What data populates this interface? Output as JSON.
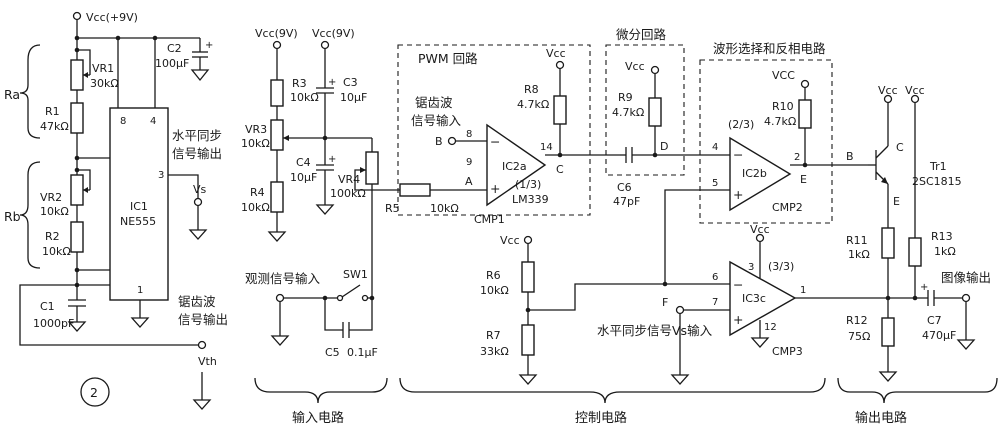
{
  "figure": {
    "number": "2",
    "sections": {
      "input": "输入电路",
      "control": "控制电路",
      "output": "输出电路"
    },
    "blocks": {
      "pwm": "PWM 回路",
      "diff": "微分回路",
      "wave": "波形选择和反相电路"
    }
  },
  "power": {
    "vcc9": "Vcc(+9V)",
    "vcc9b": "Vcc(9V)",
    "vcc9c": "Vcc(9V)",
    "vcc": "Vcc",
    "VCC": "VCC"
  },
  "components": {
    "vr1_name": "VR1",
    "vr1_val": "30kΩ",
    "r1_name": "R1",
    "r1_val": "47kΩ",
    "vr2_name": "VR2",
    "vr2_val": "10kΩ",
    "r2_name": "R2",
    "r2_val": "10kΩ",
    "c1_name": "C1",
    "c1_val": "1000pF",
    "c2_name": "C2",
    "c2_val": "100μF",
    "ic1_name": "IC1",
    "ic1_part": "NE555",
    "ra": "Ra",
    "rb": "Rb",
    "r3_name": "R3",
    "r3_val": "10kΩ",
    "c3_name": "C3",
    "c3_val": "10μF",
    "vr3_name": "VR3",
    "vr3_val": "10kΩ",
    "r4_name": "R4",
    "r4_val": "10kΩ",
    "c4_name": "C4",
    "c4_val": "10μF",
    "vr4_name": "VR4",
    "vr4_val": "100kΩ",
    "r5_name": "R5",
    "r5_val": "10kΩ",
    "sw1": "SW1",
    "c5_name": "C5",
    "c5_val": "0.1μF",
    "ic2a_name": "IC2a",
    "ic2a_unit": "(1/3)",
    "ic2a_part": "LM339",
    "cmp1": "CMP1",
    "r8_name": "R8",
    "r8_val": "4.7kΩ",
    "r9_name": "R9",
    "r9_val": "4.7kΩ",
    "c6_name": "C6",
    "c6_val": "47pF",
    "ic2b_name": "IC2b",
    "ic2b_unit": "(2/3)",
    "cmp2": "CMP2",
    "r10_name": "R10",
    "r10_val": "4.7kΩ",
    "r6_name": "R6",
    "r6_val": "10kΩ",
    "r7_name": "R7",
    "r7_val": "33kΩ",
    "ic3c_name": "IC3c",
    "ic3c_unit": "(3/3)",
    "cmp3": "CMP3",
    "tr1_name": "Tr1",
    "tr1_part": "2SC1815",
    "r11_name": "R11",
    "r11_val": "1kΩ",
    "r12_name": "R12",
    "r12_val": "75Ω",
    "r13_name": "R13",
    "r13_val": "1kΩ",
    "c7_name": "C7",
    "c7_val": "470μF"
  },
  "pins": {
    "p8": "8",
    "p4": "4",
    "p6": "6",
    "p3": "3",
    "p6b": "6",
    "p2": "2",
    "p1": "1",
    "ic2a_8": "8",
    "ic2a_9": "9",
    "ic2a_14": "14",
    "ic2b_4": "4",
    "ic2b_5": "5",
    "ic2b_2": "2",
    "ic3c_3": "3",
    "ic3c_6": "6",
    "ic3c_7": "7",
    "ic3c_1": "1",
    "ic3c_12": "12"
  },
  "nodes": {
    "A": "A",
    "B": "B",
    "C": "C",
    "D": "D",
    "E": "E",
    "F": "F",
    "tB": "B",
    "tC": "C",
    "tE": "E"
  },
  "labels": {
    "hsync_out_1": "水平同步",
    "hsync_out_2": "信号输出",
    "vs": "Vs",
    "saw_out_1": "锯齿波",
    "saw_out_2": "信号输出",
    "vth": "Vth",
    "saw_in_1": "锯齿波",
    "saw_in_2": "信号输入",
    "obs_in": "观测信号输入",
    "hsync_in": "水平同步信号Vs输入",
    "img_out": "图像输出"
  }
}
